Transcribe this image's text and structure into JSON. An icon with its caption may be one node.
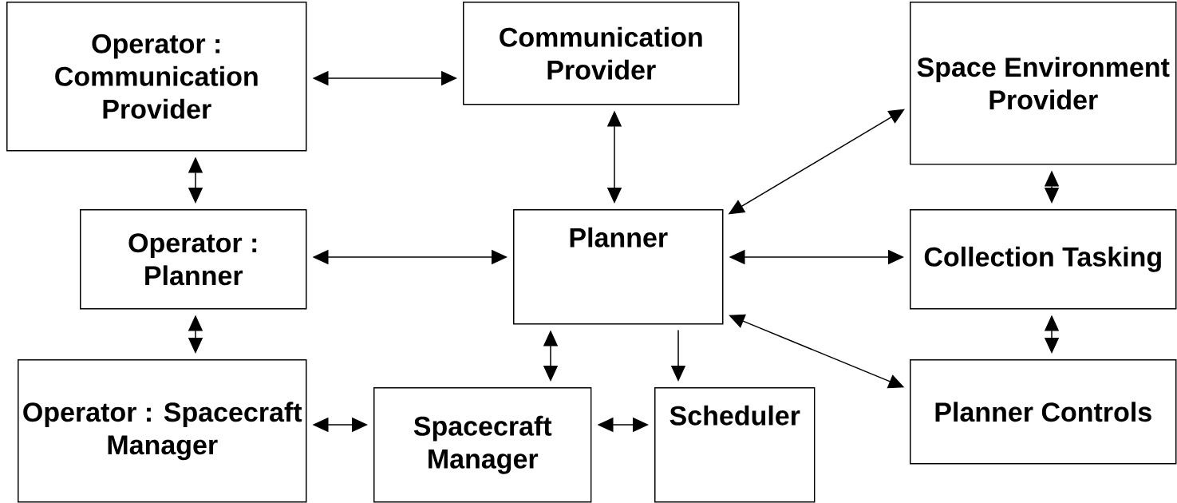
{
  "diagram": {
    "nodes": [
      {
        "text": [
          "Operator : Communication Provider"
        ]
      },
      {
        "text": [
          "Communication Provider"
        ]
      },
      {
        "text": [
          "Space Environment Provider"
        ]
      },
      {
        "text": [
          "Operator : Planner"
        ]
      },
      {
        "text": [
          "Planner"
        ]
      },
      {
        "text": [
          "Collection Tasking"
        ]
      },
      {
        "text": [
          "Operator : Spacecraft Manager"
        ]
      },
      {
        "text": [
          "Spacecraft Manager"
        ]
      },
      {
        "text": [
          "Scheduler"
        ]
      },
      {
        "text": [
          "Planner Controls"
        ]
      }
    ],
    "edges": [
      {
        "from": 0,
        "to": 1,
        "arrow": "both"
      },
      {
        "from": 1,
        "to": 4,
        "arrow": "both"
      },
      {
        "from": 4,
        "to": 2,
        "arrow": "both"
      },
      {
        "from": 0,
        "to": 3,
        "arrow": "both"
      },
      {
        "from": 3,
        "to": 4,
        "arrow": "both"
      },
      {
        "from": 4,
        "to": 5,
        "arrow": "both"
      },
      {
        "from": 2,
        "to": 5,
        "arrow": "both"
      },
      {
        "from": 3,
        "to": 6,
        "arrow": "both"
      },
      {
        "from": 4,
        "to": 7,
        "arrow": "both"
      },
      {
        "from": 4,
        "to": 8,
        "arrow": "to"
      },
      {
        "from": 4,
        "to": 9,
        "arrow": "both"
      },
      {
        "from": 5,
        "to": 9,
        "arrow": "both"
      },
      {
        "from": 6,
        "to": 7,
        "arrow": "both"
      },
      {
        "from": 7,
        "to": 8,
        "arrow": "both"
      }
    ]
  }
}
